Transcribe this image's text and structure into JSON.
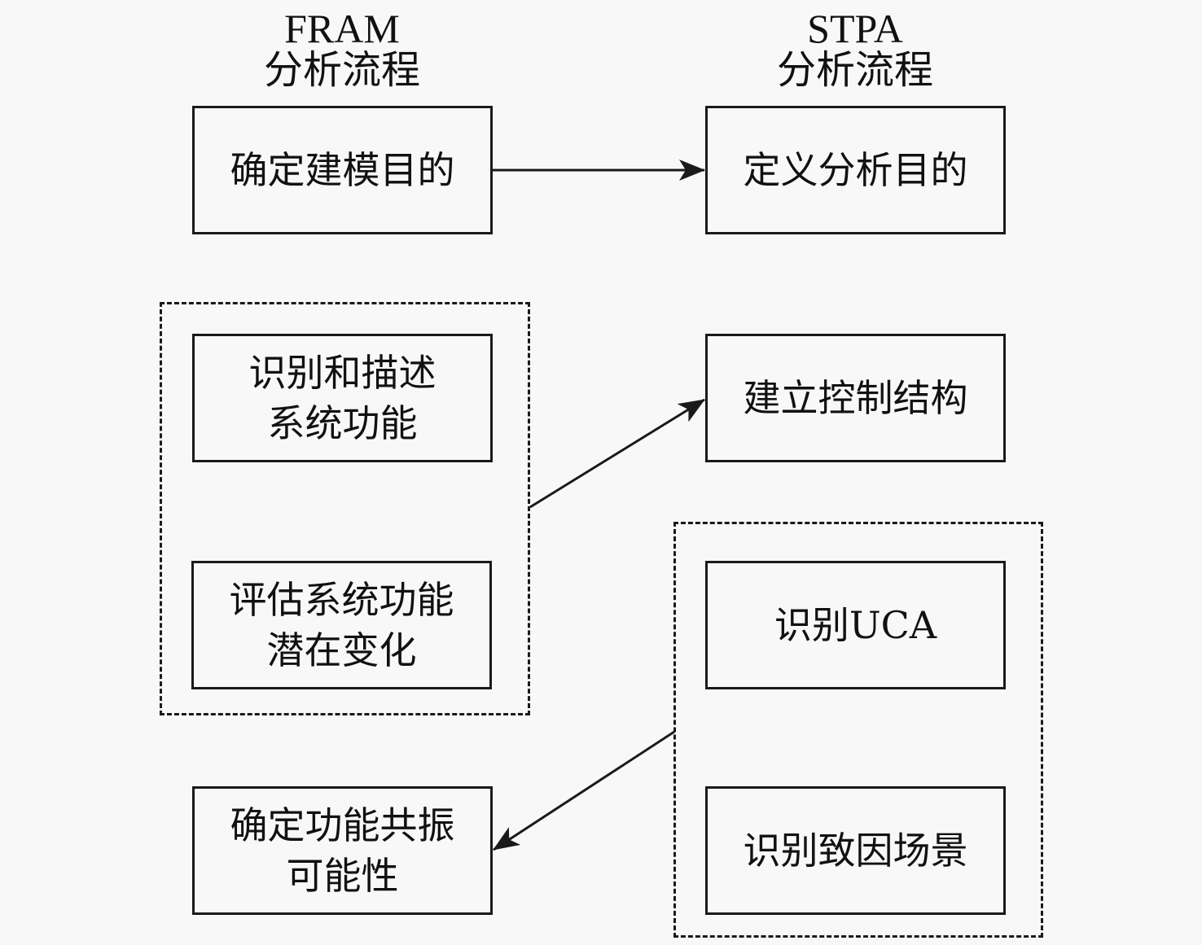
{
  "columns": {
    "fram": {
      "title_en": "FRAM",
      "title_zh": "分析流程"
    },
    "stpa": {
      "title_en": "STPA",
      "title_zh": "分析流程"
    }
  },
  "fram_steps": [
    {
      "label": "确定建模目的"
    },
    {
      "label": "识别和描述\n系统功能"
    },
    {
      "label": "评估系统功能\n潜在变化"
    },
    {
      "label": "确定功能共振\n可能性"
    }
  ],
  "stpa_steps": [
    {
      "label": "定义分析目的"
    },
    {
      "label": "建立控制结构"
    },
    {
      "label": "识别UCA"
    },
    {
      "label": "识别致因场景"
    }
  ],
  "arrows": [
    {
      "from": "确定建模目的",
      "to": "定义分析目的"
    },
    {
      "from": "FRAM group (识别和描述系统功能 + 评估系统功能潜在变化)",
      "to": "建立控制结构"
    },
    {
      "from": "STPA group (识别UCA + 识别致因场景)",
      "to": "确定功能共振可能性"
    }
  ],
  "colors": {
    "line": "#1a1a1a",
    "background": "#f8f8f8"
  }
}
